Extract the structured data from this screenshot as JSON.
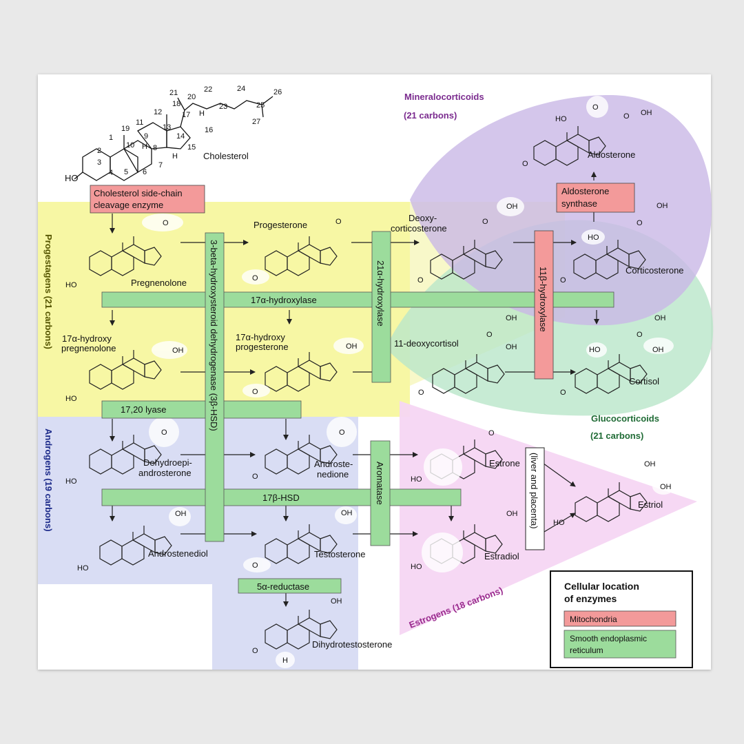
{
  "colors": {
    "progestagen_region": "#f7f7a4",
    "androgen_region": "#d9ddf4",
    "mineralocorticoid_region": "#c9b8e6",
    "glucocorticoid_region": "#b9e6c9",
    "estrogen_region": "#f6d6f3",
    "mitochondria": "#f39a9a",
    "smooth_er": "#9cdc9c",
    "mineralocorticoid_text": "#7a2a8e",
    "glucocorticoid_text": "#1f6b35",
    "estrogen_text": "#9a2a8e",
    "androgen_text": "#1c2a8a",
    "progestagen_text": "#555500"
  },
  "groups": {
    "mineralocorticoids": {
      "name": "Mineralocorticoids",
      "carbons": "(21 carbons)"
    },
    "glucocorticoids": {
      "name": "Glucocorticoids",
      "carbons": "(21 carbons)"
    },
    "progestagens": "Progestagens (21 carbons)",
    "androgens": "Androgens (19 carbons)",
    "estrogens": "Estrogens (18 carbons)"
  },
  "compounds": {
    "cholesterol": "Cholesterol",
    "pregnenolone": "Pregnenolone",
    "progesterone": "Progesterone",
    "deoxycorticosterone_1": "Deoxy-",
    "deoxycorticosterone_2": "corticosterone",
    "corticosterone": "Corticosterone",
    "aldosterone": "Aldosterone",
    "hydroxypregnenolone_1": "17α-hydroxy",
    "hydroxypregnenolone_2": "pregnenolone",
    "hydroxyprogesterone_1": "17α-hydroxy",
    "hydroxyprogesterone_2": "progesterone",
    "deoxycortisol": "11-deoxycortisol",
    "cortisol": "Cortisol",
    "dhea_1": "Dehydroepi-",
    "dhea_2": "androsterone",
    "androstenedione_1": "Androste-",
    "androstenedione_2": "nedione",
    "estrone": "Estrone",
    "estriol": "Estriol",
    "androstenediol": "Androstenediol",
    "testosterone": "Testosterone",
    "estradiol": "Estradiol",
    "dht": "Dihydrotestosterone"
  },
  "enzymes": {
    "scc_1": "Cholesterol side-chain",
    "scc_2": "cleavage enzyme",
    "aldosterone_synthase_1": "Aldosterone",
    "aldosterone_synthase_2": "synthase",
    "hydroxylase_17a": "17α-hydroxylase",
    "lyase_1720": "17,20 lyase",
    "hsd_17b": "17β-HSD",
    "reductase_5a": "5α-reductase",
    "hsd_3b": "3-beta-hydroxysteroid dehydrogenase (3β-HSD)",
    "hydroxylase_21a": "21α-hydroxylase",
    "hydroxylase_11b": "11β-hydroxylase",
    "aromatase": "Aromatase",
    "liver_placenta": "(liver and placenta)"
  },
  "legend": {
    "title_1": "Cellular location",
    "title_2": "of enzymes",
    "mitochondria": "Mitochondria",
    "ser_1": "Smooth endoplasmic",
    "ser_2": "reticulum"
  },
  "cholesterol_atoms": {
    "n1": "1",
    "n2": "2",
    "n3": "3",
    "n4": "4",
    "n5": "5",
    "n6": "6",
    "n7": "7",
    "n8": "8",
    "n9": "9",
    "n10": "10",
    "n11": "11",
    "n12": "12",
    "n13": "13",
    "n14": "14",
    "n15": "15",
    "n16": "16",
    "n17": "17",
    "n18": "18",
    "n19": "19",
    "n20": "20",
    "n21": "21",
    "n22": "22",
    "n23": "23",
    "n24": "24",
    "n25": "25",
    "n26": "26",
    "n27": "27",
    "ho": "HO",
    "h": "H"
  },
  "atoms": {
    "oh": "OH",
    "o": "O",
    "h": "H",
    "ho": "HO"
  }
}
